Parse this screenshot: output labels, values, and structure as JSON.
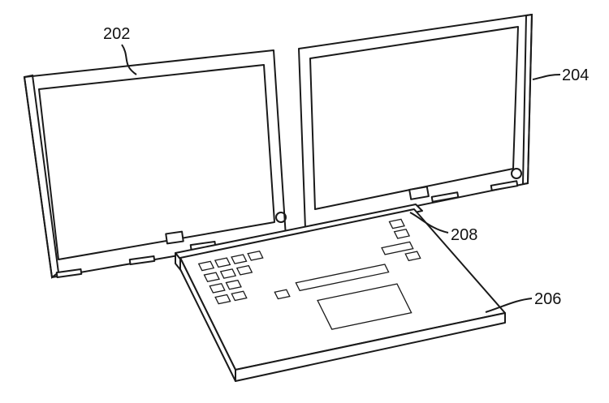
{
  "figure": {
    "labels": {
      "left_display": "202",
      "right_display": "204",
      "keyboard_base": "206",
      "hinge": "208"
    }
  }
}
